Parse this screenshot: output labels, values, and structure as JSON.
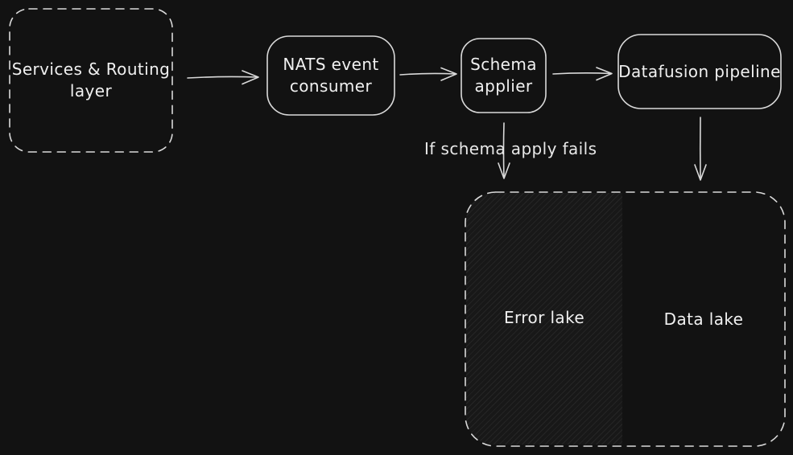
{
  "canvas": {
    "background": "#121212",
    "stroke_color": "#d9d9d9",
    "text_color": "#f0f0f0"
  },
  "nodes": {
    "services": {
      "label": "Services & Routing layer",
      "style": "dashed-rounded-box"
    },
    "nats": {
      "label": "NATS event consumer",
      "style": "solid-rounded-box"
    },
    "schema": {
      "label": "Schema applier",
      "style": "solid-rounded-box"
    },
    "datafusion": {
      "label": "Datafusion pipeline",
      "style": "solid-rounded-box"
    },
    "lakes_container": {
      "label": "",
      "style": "dashed-rounded-box"
    },
    "error_lake": {
      "label": "Error lake",
      "style": "hatched-region"
    },
    "data_lake": {
      "label": "Data lake",
      "style": "plain-region"
    }
  },
  "annotations": {
    "schema_fail": {
      "label": "If schema apply fails"
    }
  },
  "edges": [
    {
      "from": "services",
      "to": "nats",
      "direction": "right"
    },
    {
      "from": "nats",
      "to": "schema",
      "direction": "right"
    },
    {
      "from": "schema",
      "to": "datafusion",
      "direction": "right"
    },
    {
      "from": "schema",
      "to": "error_lake",
      "direction": "down",
      "label": "If schema apply fails"
    },
    {
      "from": "datafusion",
      "to": "data_lake",
      "direction": "down"
    }
  ]
}
